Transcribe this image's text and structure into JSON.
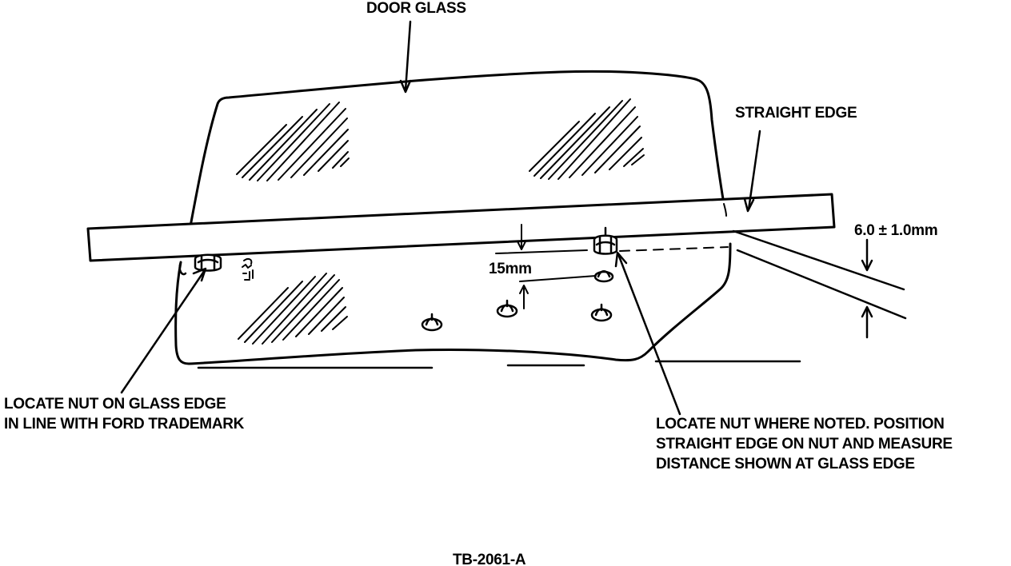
{
  "labels": {
    "door_glass": "DOOR GLASS",
    "straight_edge": "STRAIGHT EDGE",
    "gap_spec": "6.0 ± 1.0mm",
    "offset_15mm": "15mm",
    "left_note": [
      "LOCATE NUT ON GLASS EDGE",
      "IN LINE WITH FORD TRADEMARK"
    ],
    "right_note": [
      "LOCATE NUT WHERE NOTED. POSITION",
      "STRAIGHT EDGE ON NUT AND MEASURE",
      "DISTANCE SHOWN AT GLASS EDGE"
    ],
    "figure_id": "TB-2061-A"
  },
  "colors": {
    "ink": "#000000",
    "paper": "#ffffff"
  }
}
